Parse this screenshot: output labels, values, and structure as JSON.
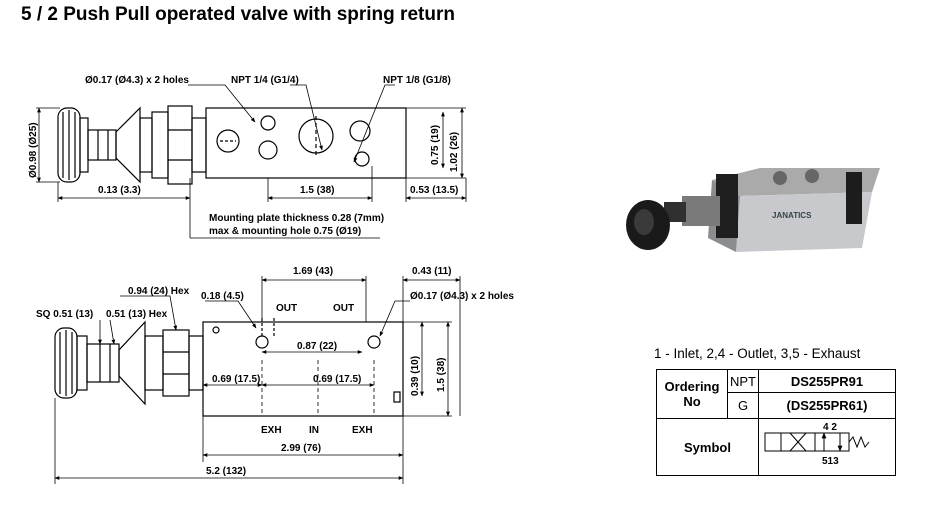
{
  "title": "5 / 2 Push Pull operated valve with spring return",
  "top_view": {
    "holes": "Ø0.17 (Ø4.3) x 2 holes",
    "npt_14": "NPT 1/4 (G1/4)",
    "npt_18": "NPT 1/8 (G1/8)",
    "dia_098": "Ø0.98 (Ø25)",
    "dim_075": "0.75 (19)",
    "dim_102": "1.02 (26)",
    "dim_013": "0.13 (3.3)",
    "dim_15": "1.5 (38)",
    "dim_053": "0.53 (13.5)",
    "plate_line1": "Mounting plate thickness 0.28 (7mm)",
    "plate_line2": "max & mounting hole 0.75 (Ø19)"
  },
  "front_view": {
    "dim_169": "1.69 (43)",
    "dim_043": "0.43 (11)",
    "hex_094": "0.94 (24) Hex",
    "dim_018": "0.18 (4.5)",
    "holes": "Ø0.17 (Ø4.3) x 2 holes",
    "sq": "SQ 0.51 (13)",
    "hex_051": "0.51 (13) Hex",
    "out_left": "OUT",
    "out_right": "OUT",
    "dim_087": "0.87 (22)",
    "dim_069a": "0.69 (17.5)",
    "dim_069b": "0.69 (17.5)",
    "dim_039": "0.39 (10)",
    "dim_15": "1.5 (38)",
    "exh_left": "EXH",
    "in": "IN",
    "exh_right": "EXH",
    "dim_299": "2.99 (76)",
    "dim_52": "5.2 (132)"
  },
  "photo": {
    "brand": "JANATICS"
  },
  "ports": "1 - Inlet,    2,4 - Outlet,   3,5 - Exhaust",
  "table": {
    "ordering_label": "Ordering No",
    "npt": "NPT",
    "npt_code": "DS255PR91",
    "g": "G",
    "g_code": "(DS255PR61)",
    "symbol_label": "Symbol",
    "symbol_top": "4 2",
    "symbol_bottom": "513"
  }
}
